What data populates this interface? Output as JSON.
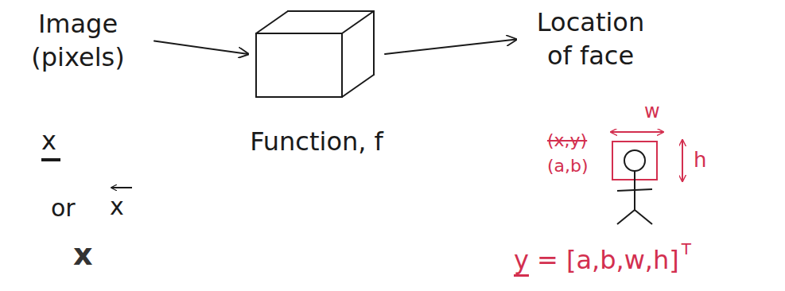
{
  "diagram": {
    "nodes": [
      {
        "text": [
          "Image (pixels)"
        ]
      },
      {
        "text": [
          "Function, f"
        ]
      },
      {
        "text": [
          "Location of face"
        ]
      }
    ],
    "edges": [
      {
        "from": 0,
        "to": 1,
        "arrow": "to"
      },
      {
        "from": 1,
        "to": 2,
        "arrow": "to"
      }
    ],
    "labels": [
      "x",
      "or",
      "x",
      "x",
      "(x,y)",
      "(a,b)",
      "w",
      "h",
      "y",
      "= [a,b,w,h]",
      "T"
    ]
  }
}
